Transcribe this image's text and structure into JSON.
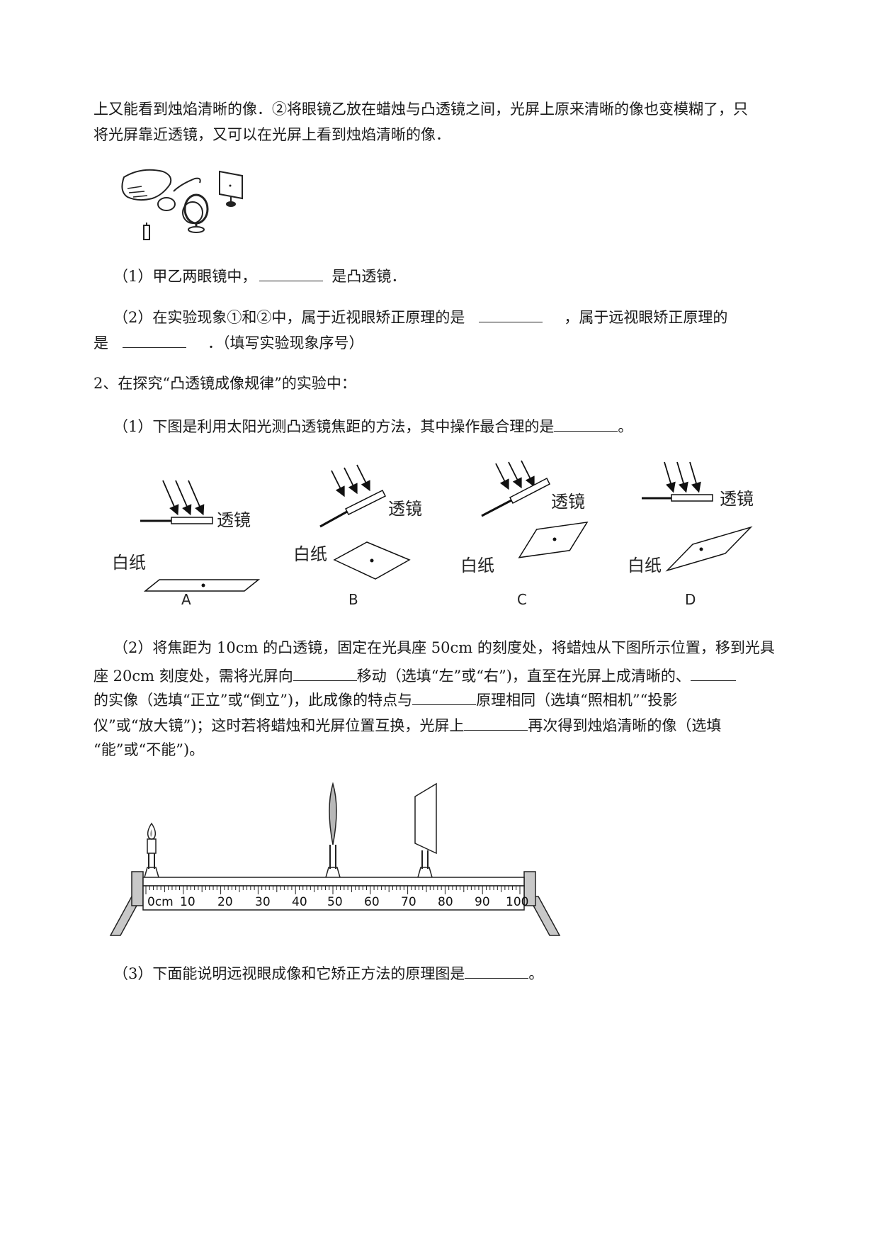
{
  "paragraphs": {
    "p1_line1": "上又能看到烛焰清晰的像．②将眼镜乙放在蜡烛与凸透镜之间，光屏上原来清晰的像也变模糊了，只",
    "p1_line2": "将光屏靠近透镜，又可以在光屏上看到烛焰清晰的像．"
  },
  "q1": {
    "sub1_prefix": "（1）甲乙两眼镜中，",
    "sub1_suffix": "是凸透镜．",
    "sub2_line1_prefix": "（2）在实验现象①和②中，属于近视眼矫正原理的是",
    "sub2_line1_suffix": "，属于远视眼矫正原理的",
    "sub2_line2_prefix": "是",
    "sub2_line2_suffix": "．（填写实验现象序号）"
  },
  "q2": {
    "heading": "2、在探究“凸透镜成像规律”的实验中：",
    "sub1_prefix": "（1）下图是利用太阳光测凸透镜焦距的方法，其中操作最合理的是",
    "sub1_suffix": "。",
    "sub2_l1_a": "（2）将焦距为 10cm 的凸透镜，固定在光具座 50cm 的刻度处，将蜡烛从下图所示位置，移到光具",
    "sub2_l2_a": "座 20cm 刻度处，需将光屏向",
    "sub2_l2_b": "移动（选填“左”或“右”)，直至在光屏上成清晰的、",
    "sub2_l3_a": "的实像（选填“正立”或“倒立”)，此成像的特点与",
    "sub2_l3_b": "原理相同（选填“照相机”“投影",
    "sub2_l4_a": "仪”或“放大镜”)；这时若将蜡烛和光屏位置互换，光屏上",
    "sub2_l4_b": "再次得到烛焰清晰的像（选填",
    "sub2_l5": "“能”或“不能”)。",
    "sub3_prefix": "（3）下面能说明远视眼成像和它矫正方法的原理图是",
    "sub3_suffix": "。"
  },
  "figure_lens": {
    "lens_label": "透镜",
    "paper_label": "白纸",
    "options": [
      "A",
      "B",
      "C",
      "D"
    ]
  },
  "figure_bench": {
    "tick_labels": [
      "0cm",
      "10",
      "20",
      "30",
      "40",
      "50",
      "60",
      "70",
      "80",
      "90",
      "100"
    ]
  }
}
